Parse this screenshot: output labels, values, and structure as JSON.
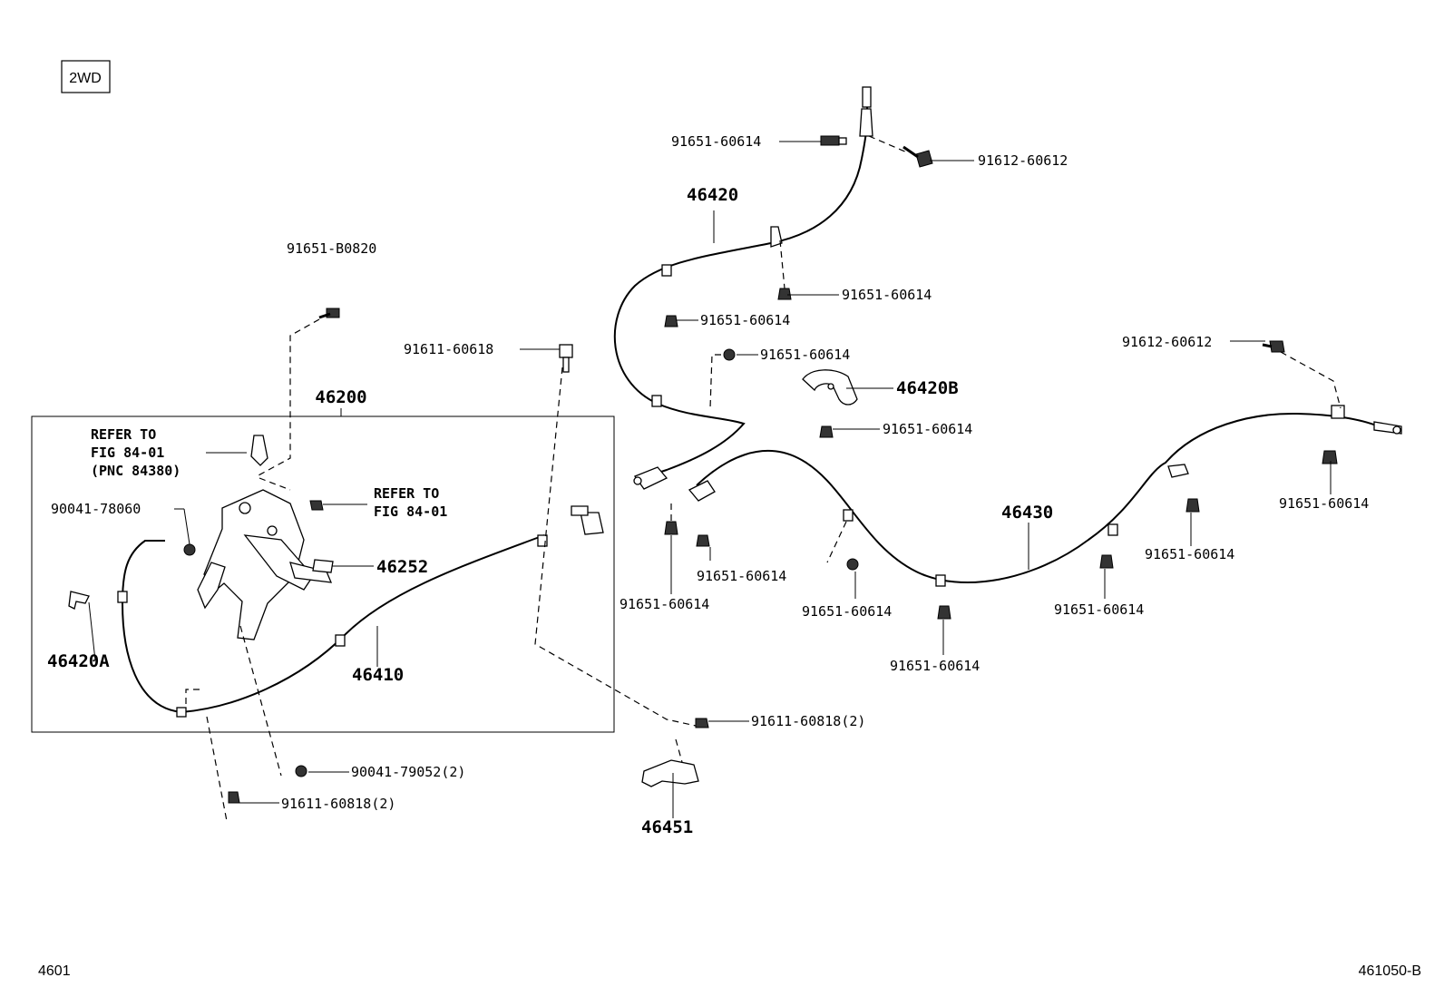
{
  "variant_tag": "2WD",
  "footer": {
    "left": "4601",
    "right": "461050-B"
  },
  "assembly_labels": {
    "a46200": "46200",
    "a46420": "46420",
    "a46420b": "46420B",
    "a46430": "46430",
    "a46252": "46252",
    "a46410": "46410",
    "a46420a": "46420A",
    "a46451": "46451"
  },
  "refer_notes": {
    "ref1_line1": "REFER TO",
    "ref1_line2": "FIG 84-01",
    "ref1_line3": "(PNC 84380)",
    "ref2_line1": "REFER TO",
    "ref2_line2": "FIG 84-01"
  },
  "part_numbers": {
    "p01": "91651-60614",
    "p02": "91612-60612",
    "p03": "91651-B0820",
    "p04": "91651-60614",
    "p05": "91651-60614",
    "p06": "91611-60618",
    "p07": "91651-60614",
    "p08": "91651-60614",
    "p09": "91612-60612",
    "p10": "90041-78060",
    "p11": "91651-60614",
    "p12": "91651-60614",
    "p13": "91651-60614",
    "p14": "91651-60614",
    "p15": "91651-60614",
    "p16": "91651-60614",
    "p17": "91651-60614",
    "p18": "91611-60818(2)",
    "p19": "90041-79052(2)",
    "p20": "91611-60818(2)"
  }
}
